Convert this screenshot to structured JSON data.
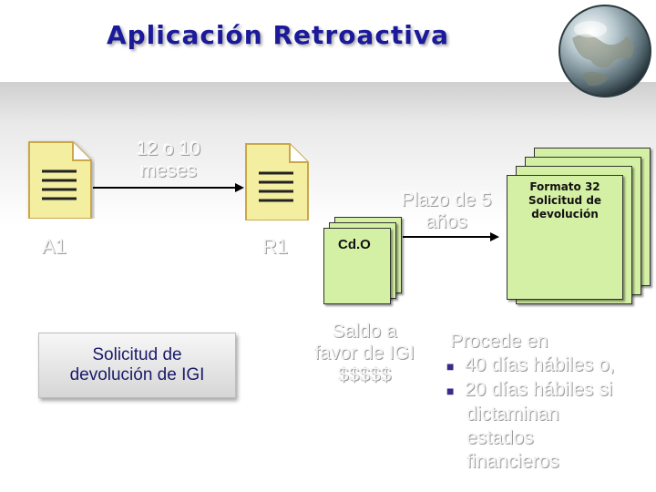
{
  "title": "Aplicación Retroactiva",
  "labels": {
    "a1": "A1",
    "r1": "R1",
    "meses": [
      "12 o 10",
      "meses"
    ],
    "plazo": [
      "Plazo de 5",
      "años"
    ],
    "cdo": "Cd.O",
    "formato": [
      "Formato 32",
      "Solicitud de",
      "devolución"
    ],
    "saldo": [
      "Saldo a",
      "favor de IGI",
      "$$$$$"
    ],
    "solicitud": [
      "Solicitud de",
      "devolución de IGI"
    ]
  },
  "procede": {
    "heading": "Procede en",
    "bullets": [
      "40 días hábiles o,",
      "20 días hábiles si"
    ],
    "continuation": [
      "dictaminan",
      "estados",
      "financieros"
    ]
  },
  "colors": {
    "title": "#1a1a9a",
    "doc_fill": "#f4eea0",
    "doc_border": "#c9a74a",
    "stack_fill": "#d4f0a4"
  },
  "icons": [
    "document-icon",
    "document-icon",
    "globe-icon",
    "bullet-square-icon"
  ]
}
